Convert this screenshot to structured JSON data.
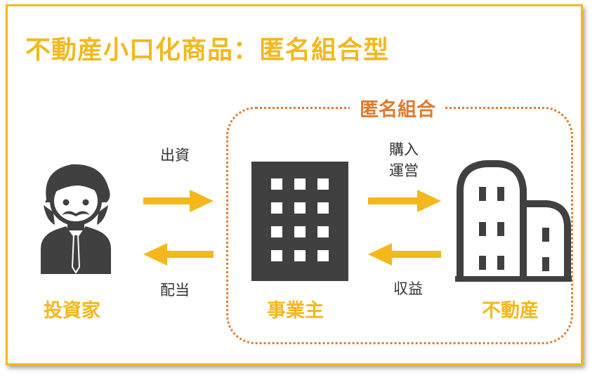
{
  "title": "不動産小口化商品：匿名組合型",
  "group": {
    "label": "匿名組合"
  },
  "flows": {
    "invest": "出資",
    "dividend": "配当",
    "purchase_line1": "購入",
    "purchase_line2": "運営",
    "revenue": "収益"
  },
  "entities": {
    "investor": "投資家",
    "operator": "事業主",
    "property": "不動産"
  },
  "colors": {
    "accent": "#f4b81c",
    "group_border": "#e07b2e",
    "icon_dark": "#404040"
  },
  "icons": [
    "investor-person-icon",
    "office-building-icon",
    "real-estate-buildings-icon"
  ]
}
